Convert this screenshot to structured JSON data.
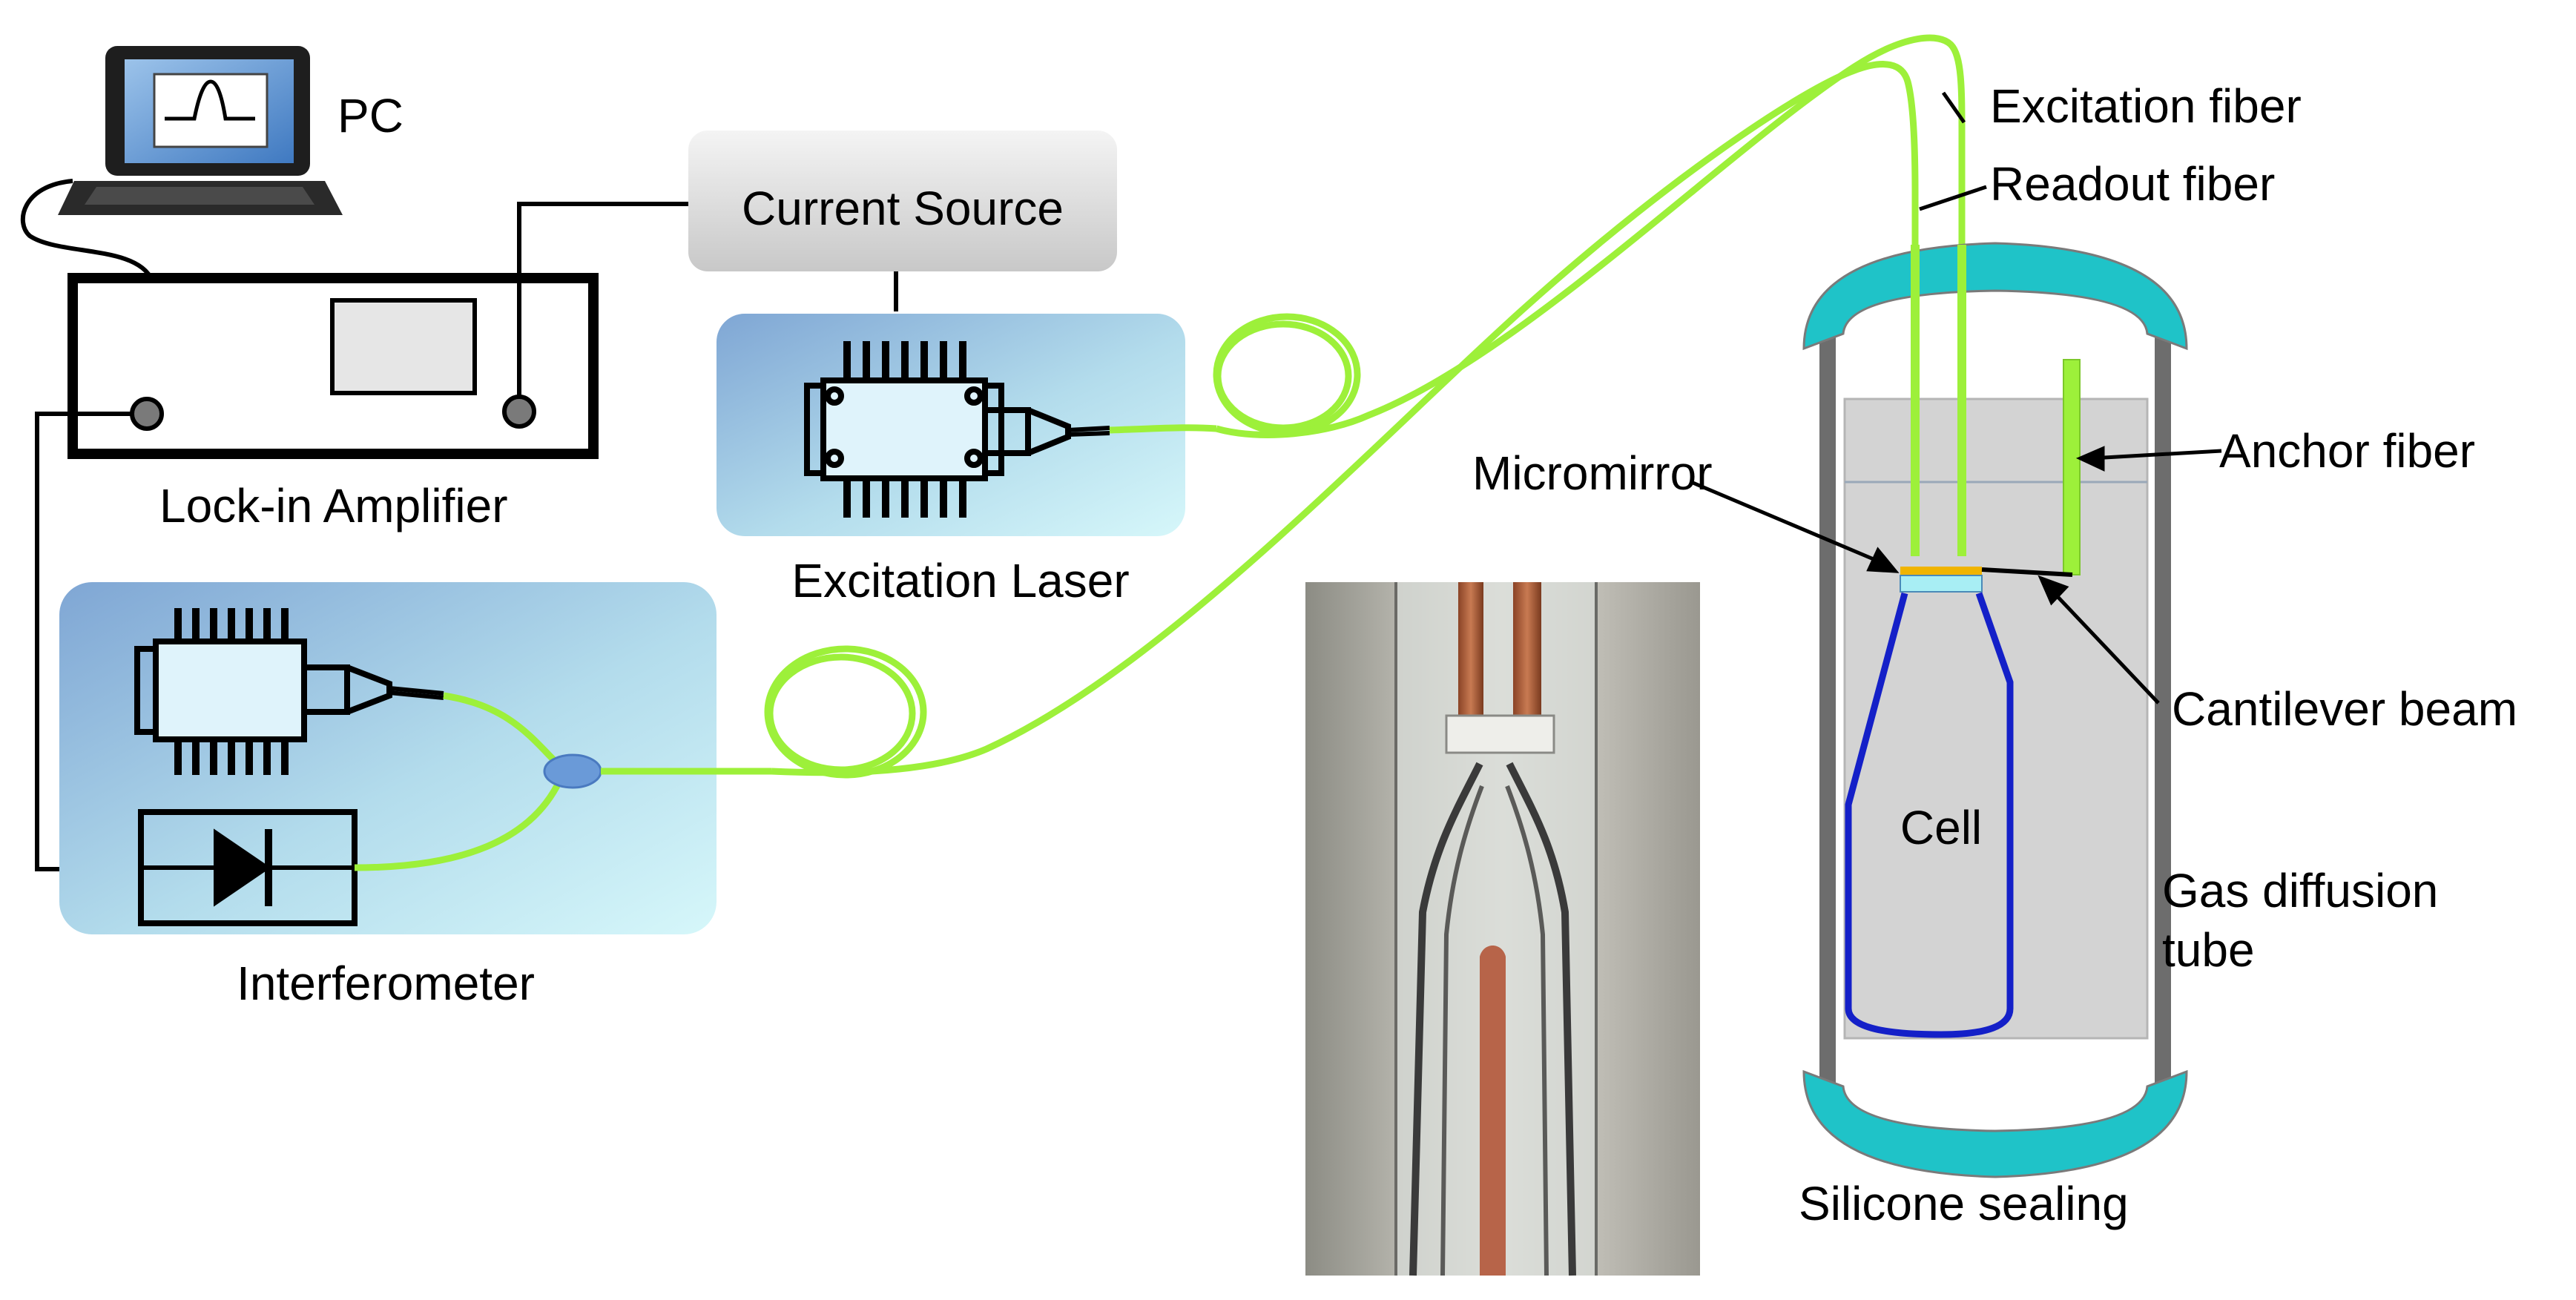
{
  "labels": {
    "pc": "PC",
    "current_source": "Current Source",
    "lock_in_amplifier": "Lock-in Amplifier",
    "excitation_laser": "Excitation Laser",
    "interferometer": "Interferometer",
    "excitation_fiber": "Excitation fiber",
    "readout_fiber": "Readout fiber",
    "anchor_fiber": "Anchor fiber",
    "micromirror": "Micromirror",
    "cantilever_beam": "Cantilever beam",
    "cell": "Cell",
    "gas_diffusion_tube_line1": "Gas diffusion",
    "gas_diffusion_tube_line2": "tube",
    "silicone_sealing": "Silicone sealing"
  },
  "colors": {
    "fiber": "#9df03a",
    "device_box_light": "#cdeef6",
    "device_box_dark": "#7fa6d4",
    "current_source_box": "#d8d8d8",
    "tube_cap": "#1fc3c8",
    "tube_wall": "#6d6d6d",
    "tube_interior": "#d3d3d3",
    "cell_outline": "#1420c8",
    "micromirror": "#f0b400",
    "coupler": "#6a9ad8"
  },
  "icons": {
    "pc": "laptop-icon",
    "laser": "butterfly-laser-icon",
    "photodiode": "photodiode-icon"
  }
}
